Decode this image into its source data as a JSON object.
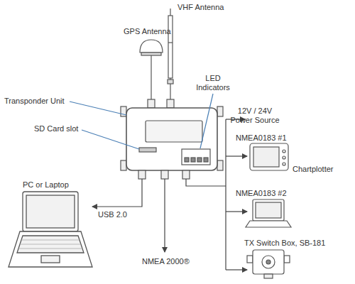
{
  "diagram": {
    "labels": [
      "VHF Antenna",
      "GPS Antenna",
      "LED Indicators",
      "Transponder Unit",
      "12V / 24V Power Source",
      "SD Card slot",
      "NMEA0183 #1",
      "Chartplotter",
      "PC or Laptop",
      "NMEA0183 #2",
      "USB 2.0",
      "TX Switch Box, SB-181",
      "NMEA 2000®"
    ]
  }
}
